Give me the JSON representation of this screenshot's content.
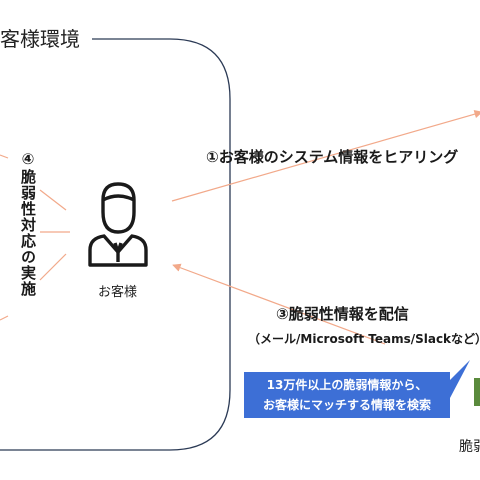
{
  "environment": {
    "title": "客様環境"
  },
  "customer": {
    "label": "お客様"
  },
  "steps": {
    "step1": "①お客様のシステム情報をヒアリング",
    "step3": "③脆弱性情報を配信",
    "step3_sub": "（メール/Microsoft Teams/Slackなど）",
    "step4": "④脆弱性対応の実施"
  },
  "callout": {
    "line1": "13万件以上の脆弱情報から、",
    "line2": "お客様にマッチする情報を検索"
  },
  "database": {
    "label": "脆弱"
  },
  "colors": {
    "accent": "#f2a98a",
    "callout": "#3d6fd6",
    "db": "#5a8a3c",
    "border": "#2b3a55"
  }
}
